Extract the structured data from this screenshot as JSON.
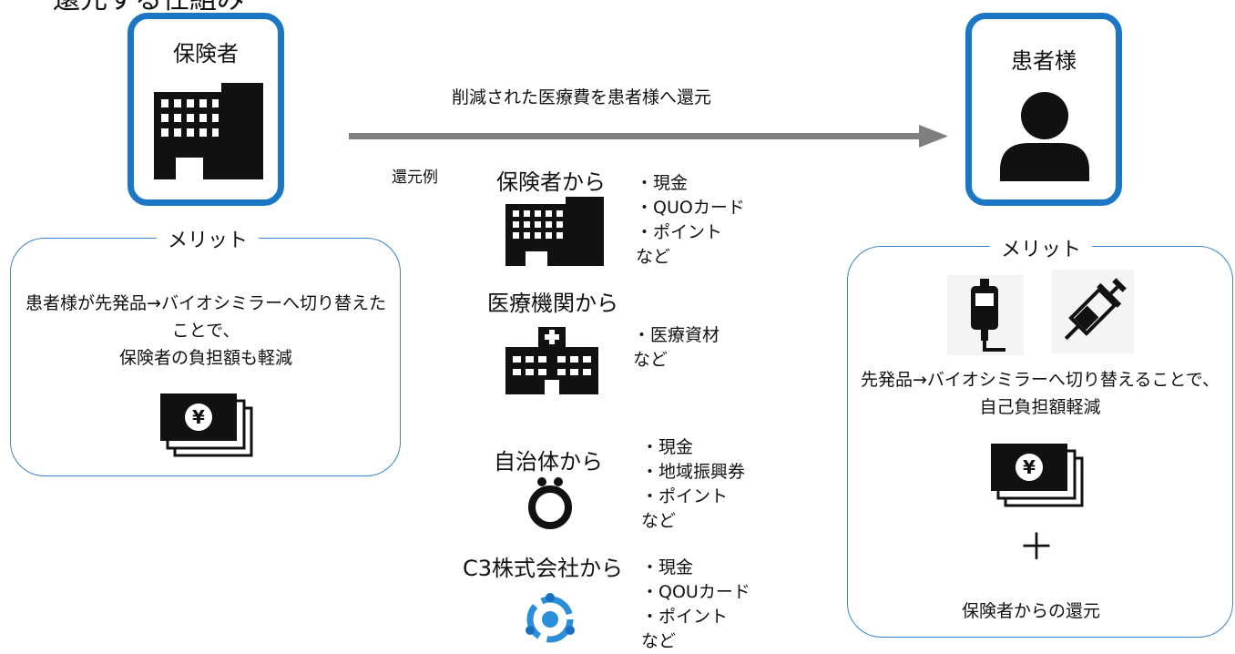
{
  "header": {
    "title": "還元する仕組み"
  },
  "insurer": {
    "title": "保険者",
    "merit_label": "メリット",
    "merit_text": "患者様が先発品→バイオシミラーへ切り替えたことで、\n保険者の負担額も軽減"
  },
  "patient": {
    "title": "患者様",
    "merit_label": "メリット",
    "merit_text": "先発品→バイオシミラーへ切り替えることで、\n自己負担額軽減",
    "plus": "＋",
    "return_text": "保険者からの還元"
  },
  "flow": {
    "arrow_label": "削減された医療費を患者様へ還元",
    "example_label": "還元例"
  },
  "sources": [
    {
      "title": "保険者から",
      "items": [
        "・現金",
        "・QUOカード",
        "・ポイント",
        "など"
      ]
    },
    {
      "title": "医療機関から",
      "items": [
        "・医療資材",
        "など"
      ]
    },
    {
      "title": "自治体から",
      "items": [
        "・現金",
        "・地域振興券",
        "・ポイント",
        "など"
      ]
    },
    {
      "title": "C3株式会社から",
      "items": [
        "・現金",
        "・QOUカード",
        "・ポイント",
        "など"
      ]
    }
  ],
  "icons": {
    "insurer": "office-building-icon",
    "patient": "person-icon",
    "money": "yen-banknotes-icon",
    "hospital": "hospital-icon",
    "municipality": "municipal-emblem-icon",
    "company": "c3-logo-icon",
    "drip": "iv-drip-icon",
    "syringe": "syringe-icon"
  },
  "colors": {
    "accent_blue": "#1b76c4",
    "panel_border": "#3a85c9",
    "arrow_gray": "#7f7f7f"
  }
}
